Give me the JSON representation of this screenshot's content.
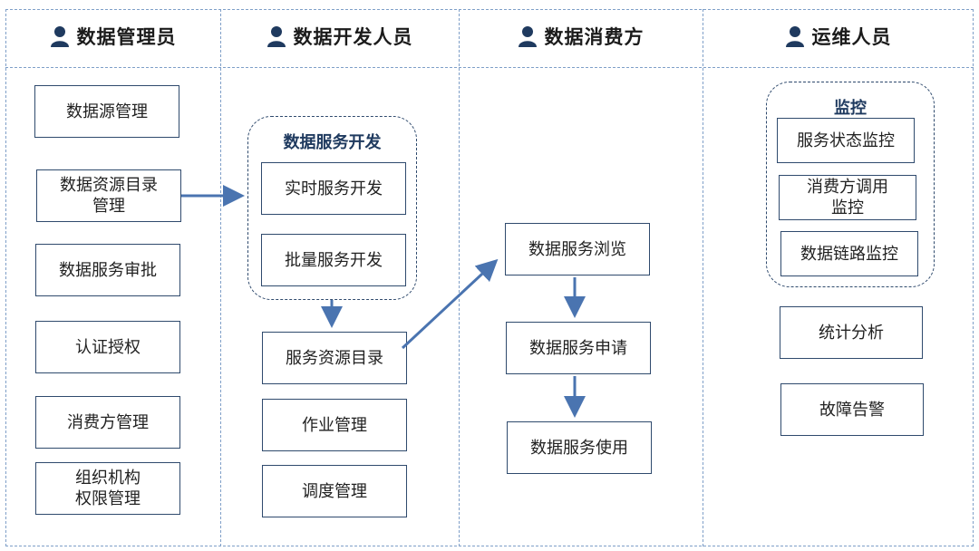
{
  "columns": [
    {
      "id": "admin",
      "title": "数据管理员"
    },
    {
      "id": "dev",
      "title": "数据开发人员"
    },
    {
      "id": "consumer",
      "title": "数据消费方"
    },
    {
      "id": "ops",
      "title": "运维人员"
    }
  ],
  "admin": {
    "items": [
      "数据源管理",
      "数据资源目录\n管理",
      "数据服务审批",
      "认证授权",
      "消费方管理",
      "组织机构\n权限管理"
    ]
  },
  "dev": {
    "group_title": "数据服务开发",
    "group_items": [
      "实时服务开发",
      "批量服务开发"
    ],
    "items": [
      "服务资源目录",
      "作业管理",
      "调度管理"
    ]
  },
  "consumer": {
    "items": [
      "数据服务浏览",
      "数据服务申请",
      "数据服务使用"
    ]
  },
  "ops": {
    "group_title": "监控",
    "group_items": [
      "服务状态监控",
      "消费方调用\n监控",
      "数据链路监控"
    ],
    "items": [
      "统计分析",
      "故障告警"
    ]
  },
  "colors": {
    "arrow": "#4a74b0",
    "border": "#2f4a6d",
    "dashed": "#7f9fc8"
  },
  "icons": {
    "header": "person-icon"
  }
}
